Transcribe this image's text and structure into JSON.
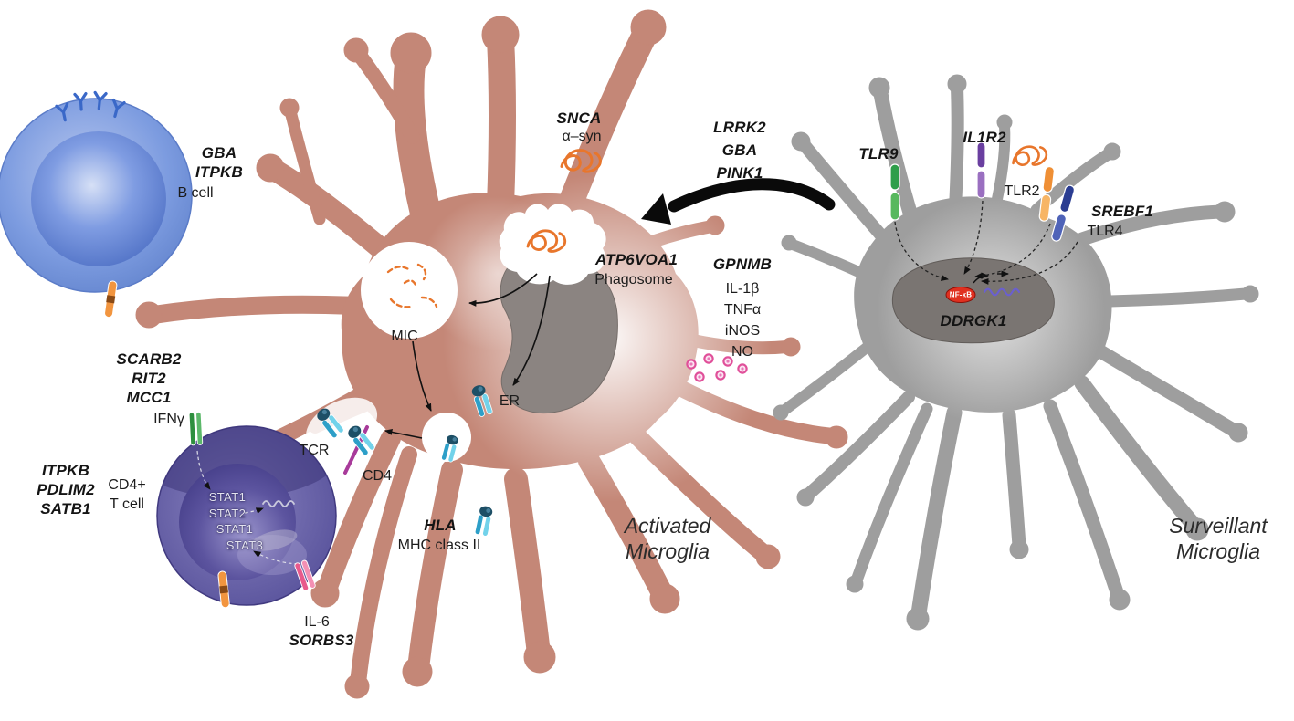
{
  "colors": {
    "activated_microglia": "#c48777",
    "surveillant_microglia": "#9e9e9e",
    "b_cell_blue": "#6d92da",
    "t_cell_purple": "#5a539c",
    "nucleus_gray": "#8b8481",
    "nfkb_red": "#e03020",
    "alpha_syn_orange": "#e8762c",
    "mhc_cyan": "#2d9fc8",
    "tlr9_green": "#2e9e4a",
    "il1r2_purple": "#6a3fa0",
    "tlr4_navy": "#2b3d92",
    "no_pink": "#e0509a"
  },
  "labels": {
    "b_cell_genes": "GBA\nITPKB",
    "b_cell": "B cell",
    "snca_gene": "SNCA",
    "alpha_syn": "α–syn",
    "arrow_genes": "LRRK2\nGBA\nPINK1",
    "tlr9_gene": "TLR9",
    "il1r2_gene": "IL1R2",
    "tlr2": "TLR2",
    "srebf1_gene": "SREBF1",
    "tlr4": "TLR4",
    "atp6voa1_gene": "ATP6VOA1",
    "phagosome": "Phagosome",
    "gpnmb_gene": "GPNMB",
    "cytokines": "IL-1β\nTNFα\niNOS\nNO",
    "ddrgk1_gene": "DDRGK1",
    "nfkb": "NF-κB",
    "mic": "MIC",
    "er": "ER",
    "t_cell_receptor_genes": "SCARB2\nRIT2\nMCC1",
    "ifng": "IFNγ",
    "t_cell_genes": "ITPKB\nPDLIM2\nSATB1",
    "cd4_t_cell": "CD4+\nT cell",
    "tcr": "TCR",
    "cd4": "CD4",
    "stat1a": "STAT1",
    "stat2": "STAT2",
    "stat1b": "STAT1",
    "stat3": "STAT3",
    "il6": "IL-6",
    "sorbs3_gene": "SORBS3",
    "hla_gene": "HLA",
    "mhc_class_ii": "MHC class II",
    "activated_microglia": "Activated\nMicroglia",
    "surveillant_microglia": "Surveillant\nMicroglia"
  }
}
